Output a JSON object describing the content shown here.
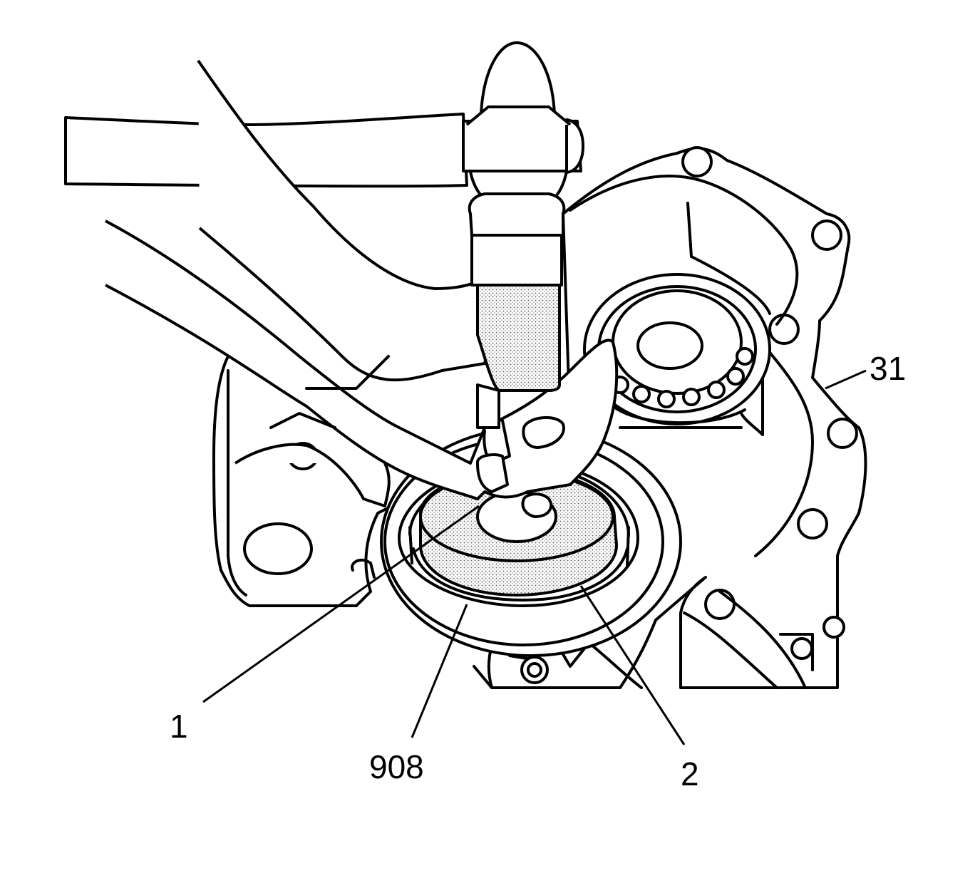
{
  "callouts": [
    {
      "id": "callout-1",
      "label": "1"
    },
    {
      "id": "callout-908",
      "label": "908"
    },
    {
      "id": "callout-2",
      "label": "2"
    },
    {
      "id": "callout-31",
      "label": "31"
    }
  ],
  "colors": {
    "ink": "#000000",
    "paper": "#ffffff",
    "shading": "#8a8a8a"
  }
}
